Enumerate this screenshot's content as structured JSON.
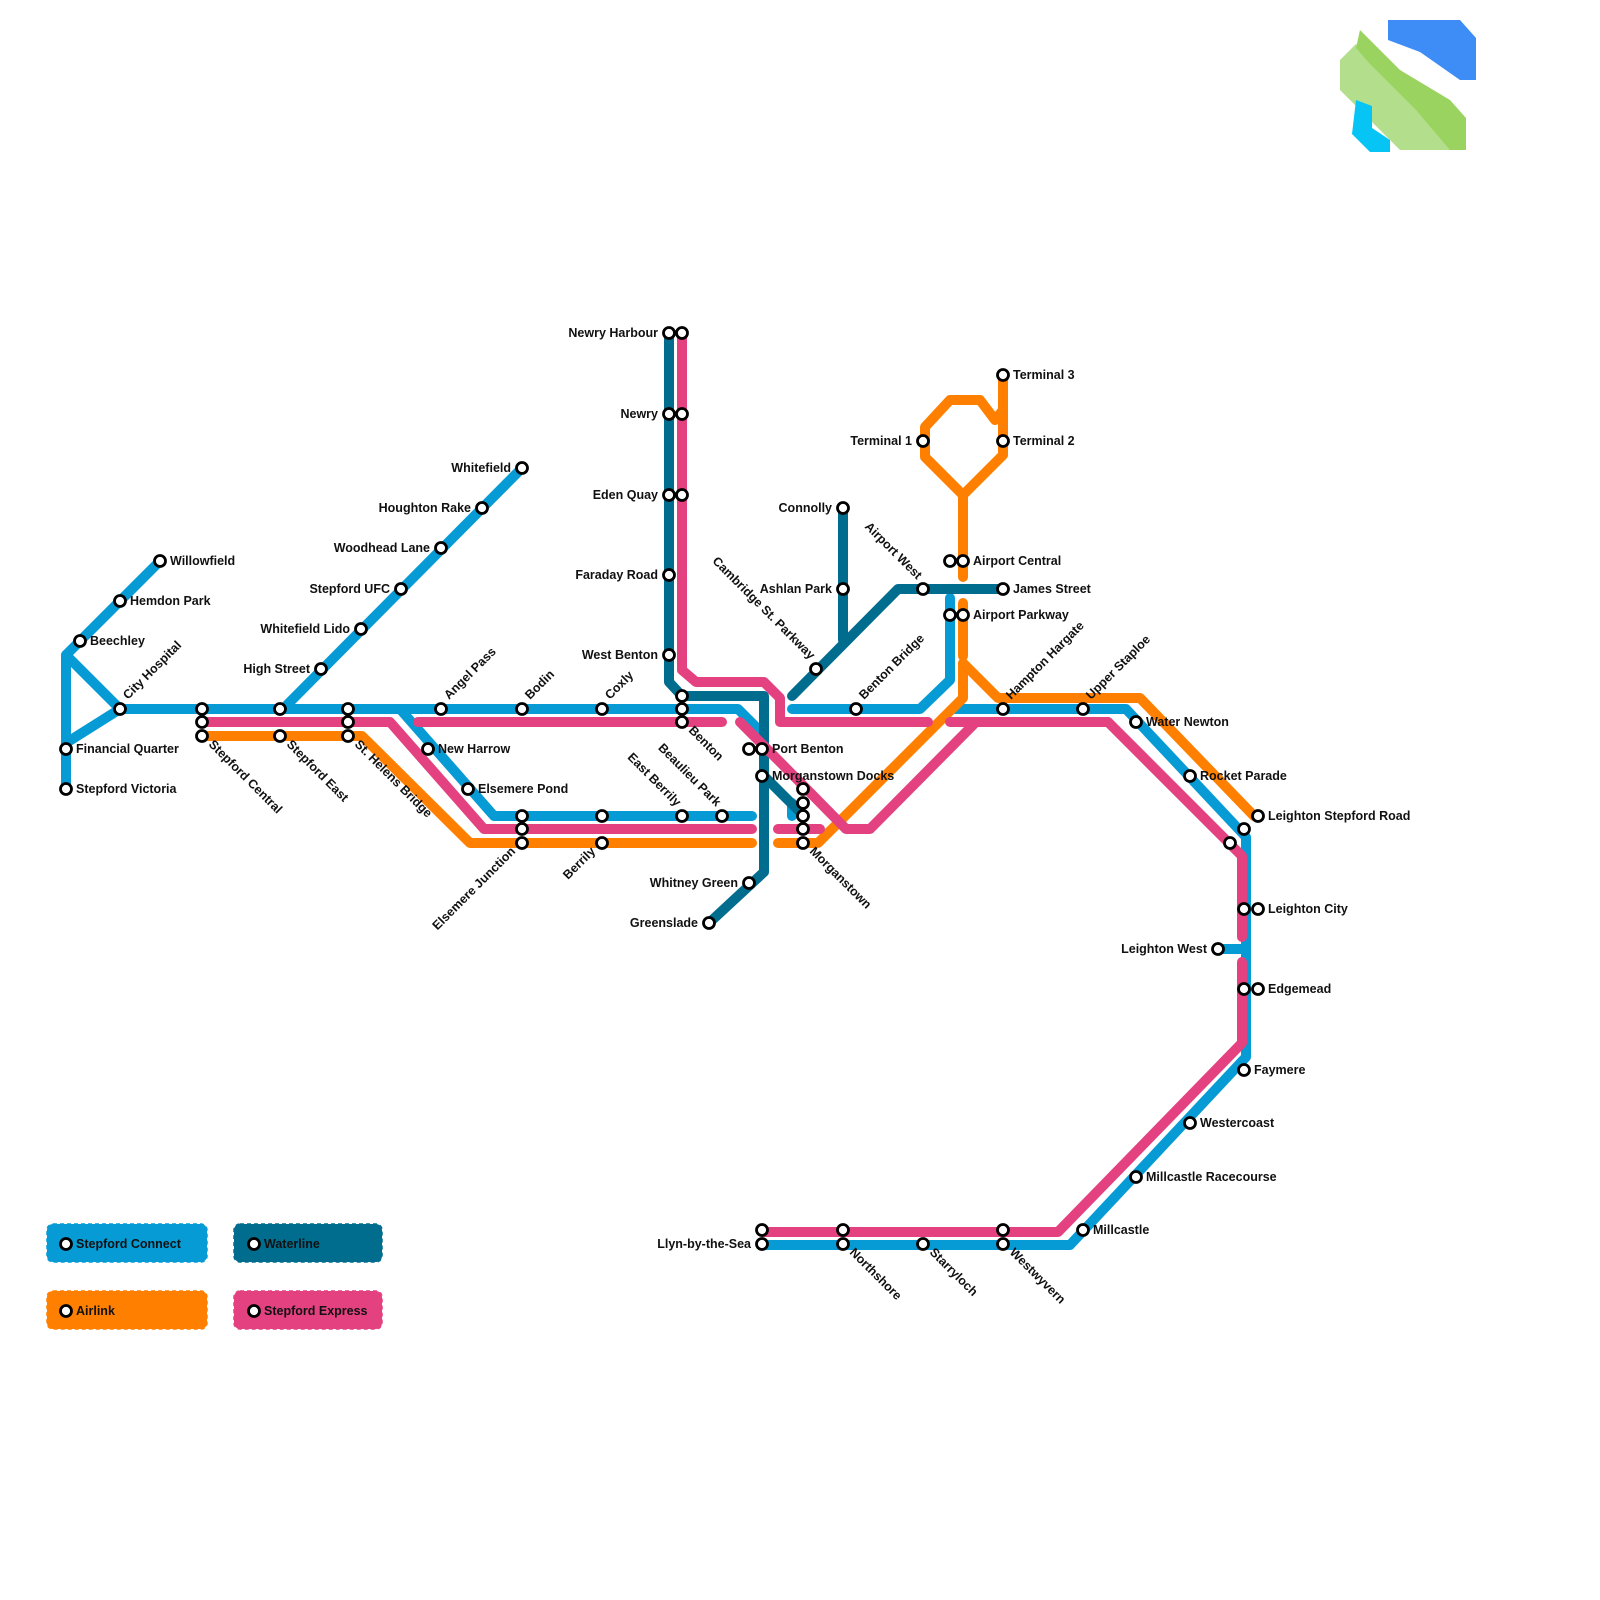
{
  "logo": {
    "name": "network-logo"
  },
  "lines": [
    {
      "id": "connect",
      "name": "Stepford Connect",
      "color": "#079bd6"
    },
    {
      "id": "waterline",
      "name": "Waterline",
      "color": "#006d8f"
    },
    {
      "id": "airlink",
      "name": "Airlink",
      "color": "#ff8000"
    },
    {
      "id": "express",
      "name": "Stepford Express",
      "color": "#e34180"
    }
  ],
  "stations": [
    {
      "id": "willowfield",
      "name": "Willowfield"
    },
    {
      "id": "hemdon_park",
      "name": "Hemdon Park"
    },
    {
      "id": "beechley",
      "name": "Beechley"
    },
    {
      "id": "city_hospital",
      "name": "City Hospital"
    },
    {
      "id": "financial_quarter",
      "name": "Financial Quarter"
    },
    {
      "id": "stepford_victoria",
      "name": "Stepford Victoria"
    },
    {
      "id": "stepford_central",
      "name": "Stepford Central"
    },
    {
      "id": "stepford_east",
      "name": "Stepford East"
    },
    {
      "id": "st_helens_bridge",
      "name": "St. Helens Bridge"
    },
    {
      "id": "whitefield",
      "name": "Whitefield"
    },
    {
      "id": "houghton_rake",
      "name": "Houghton Rake"
    },
    {
      "id": "woodhead_lane",
      "name": "Woodhead Lane"
    },
    {
      "id": "stepford_ufc",
      "name": "Stepford UFC"
    },
    {
      "id": "whitefield_lido",
      "name": "Whitefield Lido"
    },
    {
      "id": "high_street",
      "name": "High Street"
    },
    {
      "id": "angel_pass",
      "name": "Angel Pass"
    },
    {
      "id": "bodin",
      "name": "Bodin"
    },
    {
      "id": "coxly",
      "name": "Coxly"
    },
    {
      "id": "new_harrow",
      "name": "New Harrow"
    },
    {
      "id": "elsemere_pond",
      "name": "Elsemere Pond"
    },
    {
      "id": "elsemere_junction",
      "name": "Elsemere Junction"
    },
    {
      "id": "berrily",
      "name": "Berrily"
    },
    {
      "id": "east_berrily",
      "name": "East Berrily"
    },
    {
      "id": "beaulieu_park",
      "name": "Beaulieu Park"
    },
    {
      "id": "newry_harbour",
      "name": "Newry Harbour"
    },
    {
      "id": "newry",
      "name": "Newry"
    },
    {
      "id": "eden_quay",
      "name": "Eden Quay"
    },
    {
      "id": "faraday_road",
      "name": "Faraday Road"
    },
    {
      "id": "west_benton",
      "name": "West Benton"
    },
    {
      "id": "benton",
      "name": "Benton"
    },
    {
      "id": "port_benton",
      "name": "Port Benton"
    },
    {
      "id": "morganstown_docks",
      "name": "Morganstown Docks"
    },
    {
      "id": "morganstown",
      "name": "Morganstown"
    },
    {
      "id": "whitney_green",
      "name": "Whitney Green"
    },
    {
      "id": "greenslade",
      "name": "Greenslade"
    },
    {
      "id": "cambridge_st_parkway",
      "name": "Cambridge St. Parkway"
    },
    {
      "id": "connolly",
      "name": "Connolly"
    },
    {
      "id": "ashlan_park",
      "name": "Ashlan Park"
    },
    {
      "id": "airport_west",
      "name": "Airport West"
    },
    {
      "id": "benton_bridge",
      "name": "Benton Bridge"
    },
    {
      "id": "terminal_1",
      "name": "Terminal 1"
    },
    {
      "id": "terminal_2",
      "name": "Terminal 2"
    },
    {
      "id": "terminal_3",
      "name": "Terminal 3"
    },
    {
      "id": "airport_central",
      "name": "Airport Central"
    },
    {
      "id": "airport_parkway",
      "name": "Airport Parkway"
    },
    {
      "id": "james_street",
      "name": "James Street"
    },
    {
      "id": "hampton_hargate",
      "name": "Hampton Hargate"
    },
    {
      "id": "upper_staploe",
      "name": "Upper Staploe"
    },
    {
      "id": "water_newton",
      "name": "Water Newton"
    },
    {
      "id": "rocket_parade",
      "name": "Rocket Parade"
    },
    {
      "id": "leighton_stepford_road",
      "name": "Leighton Stepford Road"
    },
    {
      "id": "leighton_city",
      "name": "Leighton City"
    },
    {
      "id": "leighton_west",
      "name": "Leighton West"
    },
    {
      "id": "edgemead",
      "name": "Edgemead"
    },
    {
      "id": "faymere",
      "name": "Faymere"
    },
    {
      "id": "westercoast",
      "name": "Westercoast"
    },
    {
      "id": "millcastle_racecourse",
      "name": "Millcastle Racecourse"
    },
    {
      "id": "millcastle",
      "name": "Millcastle"
    },
    {
      "id": "westwyvern",
      "name": "Westwyvern"
    },
    {
      "id": "starryloch",
      "name": "Starryloch"
    },
    {
      "id": "northshore",
      "name": "Northshore"
    },
    {
      "id": "llyn_by_the_sea",
      "name": "Llyn-by-the-Sea"
    }
  ]
}
